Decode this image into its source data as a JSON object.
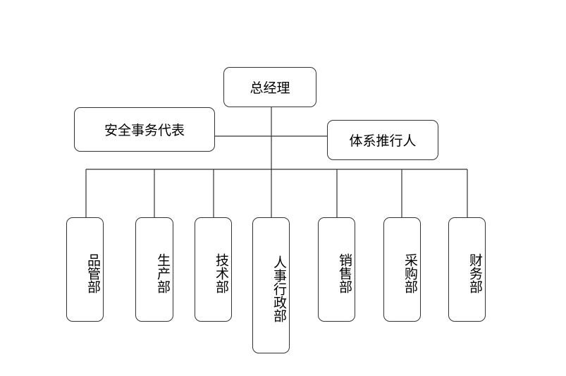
{
  "top": {
    "general_manager": "总经理"
  },
  "staff": {
    "safety_rep": "安全事务代表",
    "system_promoter": "体系推行人"
  },
  "departments": [
    {
      "label": "品管部"
    },
    {
      "label": "生产部"
    },
    {
      "label": "技术部"
    },
    {
      "label": "人事行政部"
    },
    {
      "label": "销售部"
    },
    {
      "label": "采购部"
    },
    {
      "label": "财务部"
    }
  ],
  "colors": {
    "line": "#333333",
    "background": "#ffffff"
  }
}
